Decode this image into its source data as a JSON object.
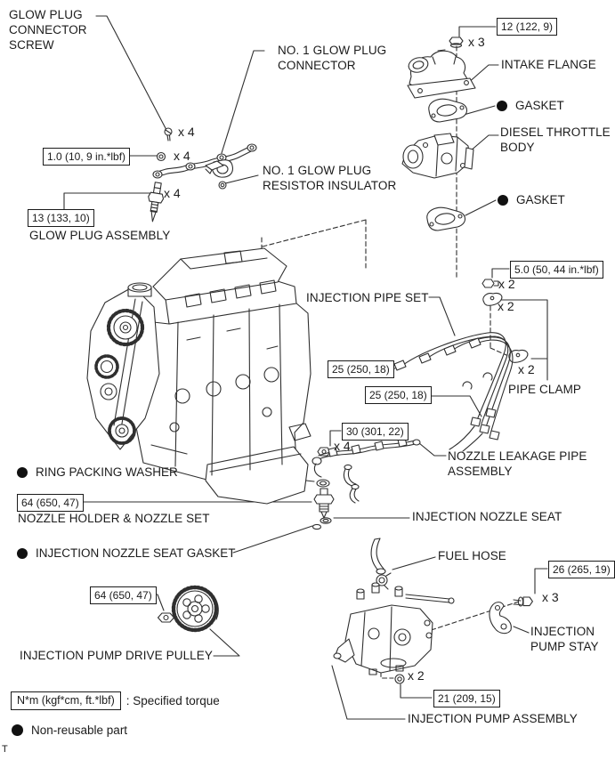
{
  "labels": {
    "glow_plug_connector_screw": "GLOW PLUG\nCONNECTOR\nSCREW",
    "no1_glow_plug_connector": "NO. 1 GLOW PLUG\nCONNECTOR",
    "no1_glow_plug_resistor_insulator": "NO. 1 GLOW PLUG\nRESISTOR INSULATOR",
    "glow_plug_assembly": "GLOW PLUG ASSEMBLY",
    "intake_flange": "INTAKE FLANGE",
    "gasket_upper": "GASKET",
    "diesel_throttle_body": "DIESEL THROTTLE\nBODY",
    "gasket_lower": "GASKET",
    "injection_pipe_set": "INJECTION PIPE SET",
    "pipe_clamp": "PIPE CLAMP",
    "nozzle_leakage_pipe_assembly": "NOZZLE LEAKAGE PIPE\nASSEMBLY",
    "ring_packing_washer": "RING PACKING WASHER",
    "nozzle_holder_nozzle_set": "NOZZLE HOLDER & NOZZLE SET",
    "injection_nozzle_seat": "INJECTION NOZZLE SEAT",
    "injection_nozzle_seat_gasket": "INJECTION NOZZLE SEAT GASKET",
    "injection_pump_drive_pulley": "INJECTION PUMP DRIVE PULLEY",
    "fuel_hose": "FUEL HOSE",
    "injection_pump_stay": "INJECTION\nPUMP STAY",
    "injection_pump_assembly": "INJECTION PUMP ASSEMBLY"
  },
  "torque": {
    "glow_connector_nut": "1.0 (10, 9 in.*lbf)",
    "glow_plug": "13 (133, 10)",
    "intake_flange_nut": "12 (122, 9)",
    "pipe_union_bolt": "5.0 (50, 44 in.*lbf)",
    "injection_pipe_upper": "25 (250, 18)",
    "injection_pipe_lower": "25 (250, 18)",
    "leakage_pipe_nut": "30 (301, 22)",
    "nozzle_holder": "64 (650, 47)",
    "pulley_nut": "64 (650, 47)",
    "stay_bolt": "26 (265, 19)",
    "pump_mount_nut": "21 (209, 15)"
  },
  "qty": {
    "connector_screw": "x 4",
    "connector_nut": "x 4",
    "glow_plug": "x 4",
    "flange_nut": "x 3",
    "union_bolt": "x 2",
    "clamp_upper": "x 2",
    "clamp_lower": "x 2",
    "leakage_nut": "x 4",
    "stay_bolt": "x 3",
    "pump_nut": "x 2"
  },
  "legend": {
    "torque_unit_box": "N*m (kgf*cm, ft.*lbf)",
    "torque_description": ": Specified torque",
    "non_reusable": "Non-reusable part"
  },
  "page_marker": "T",
  "colors": {
    "line": "#2f2f2f",
    "text": "#1b1b1b"
  }
}
